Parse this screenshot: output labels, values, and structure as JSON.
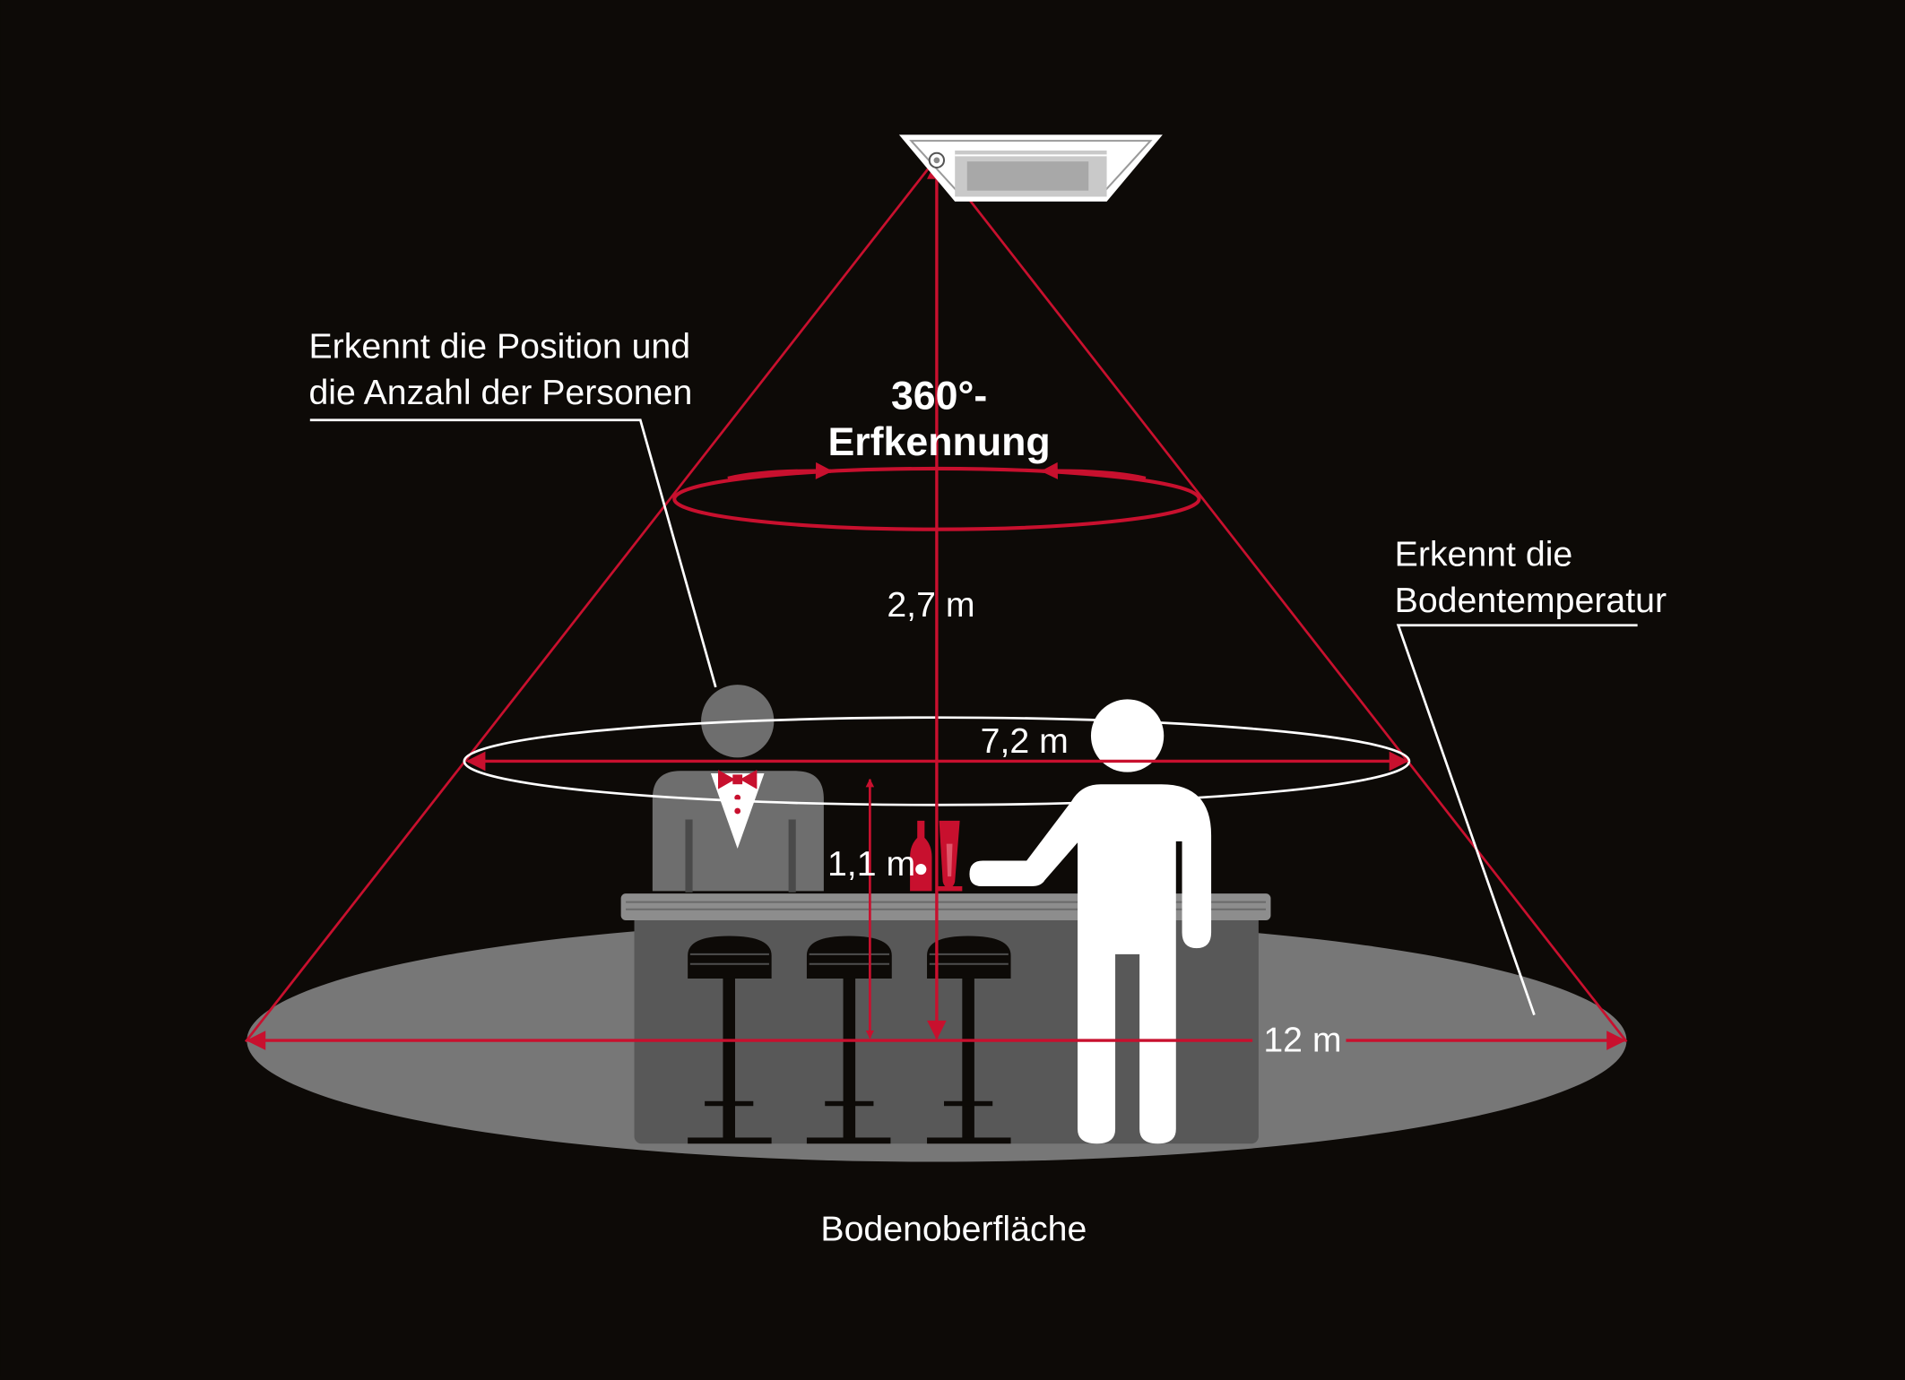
{
  "labels": {
    "position_line1": "Erkennt die Position und",
    "position_line2": "die Anzahl der Personen",
    "detection_line1": "360°-",
    "detection_line2": "Erfkennung",
    "floortemp_line1": "Erkennt die",
    "floortemp_line2": "Bodentemperatur",
    "height": "2,7 m",
    "width_mid": "7,2 m",
    "counter_height": "1,1 m",
    "width_floor": "12 m",
    "floor": "Bodenoberfläche"
  },
  "colors": {
    "background": "#0d0a07",
    "accent": "#c8102e",
    "floor": "#777777",
    "counter": "#585858",
    "bartender": "#6e6e6e",
    "guest": "#ffffff"
  },
  "icons": {
    "ceiling": "ceiling-sensor-icon",
    "bartender": "bartender-icon",
    "guest": "standing-person-icon",
    "bottle": "bottle-icon",
    "glass": "glass-icon",
    "stool": "bar-stool-icon"
  }
}
